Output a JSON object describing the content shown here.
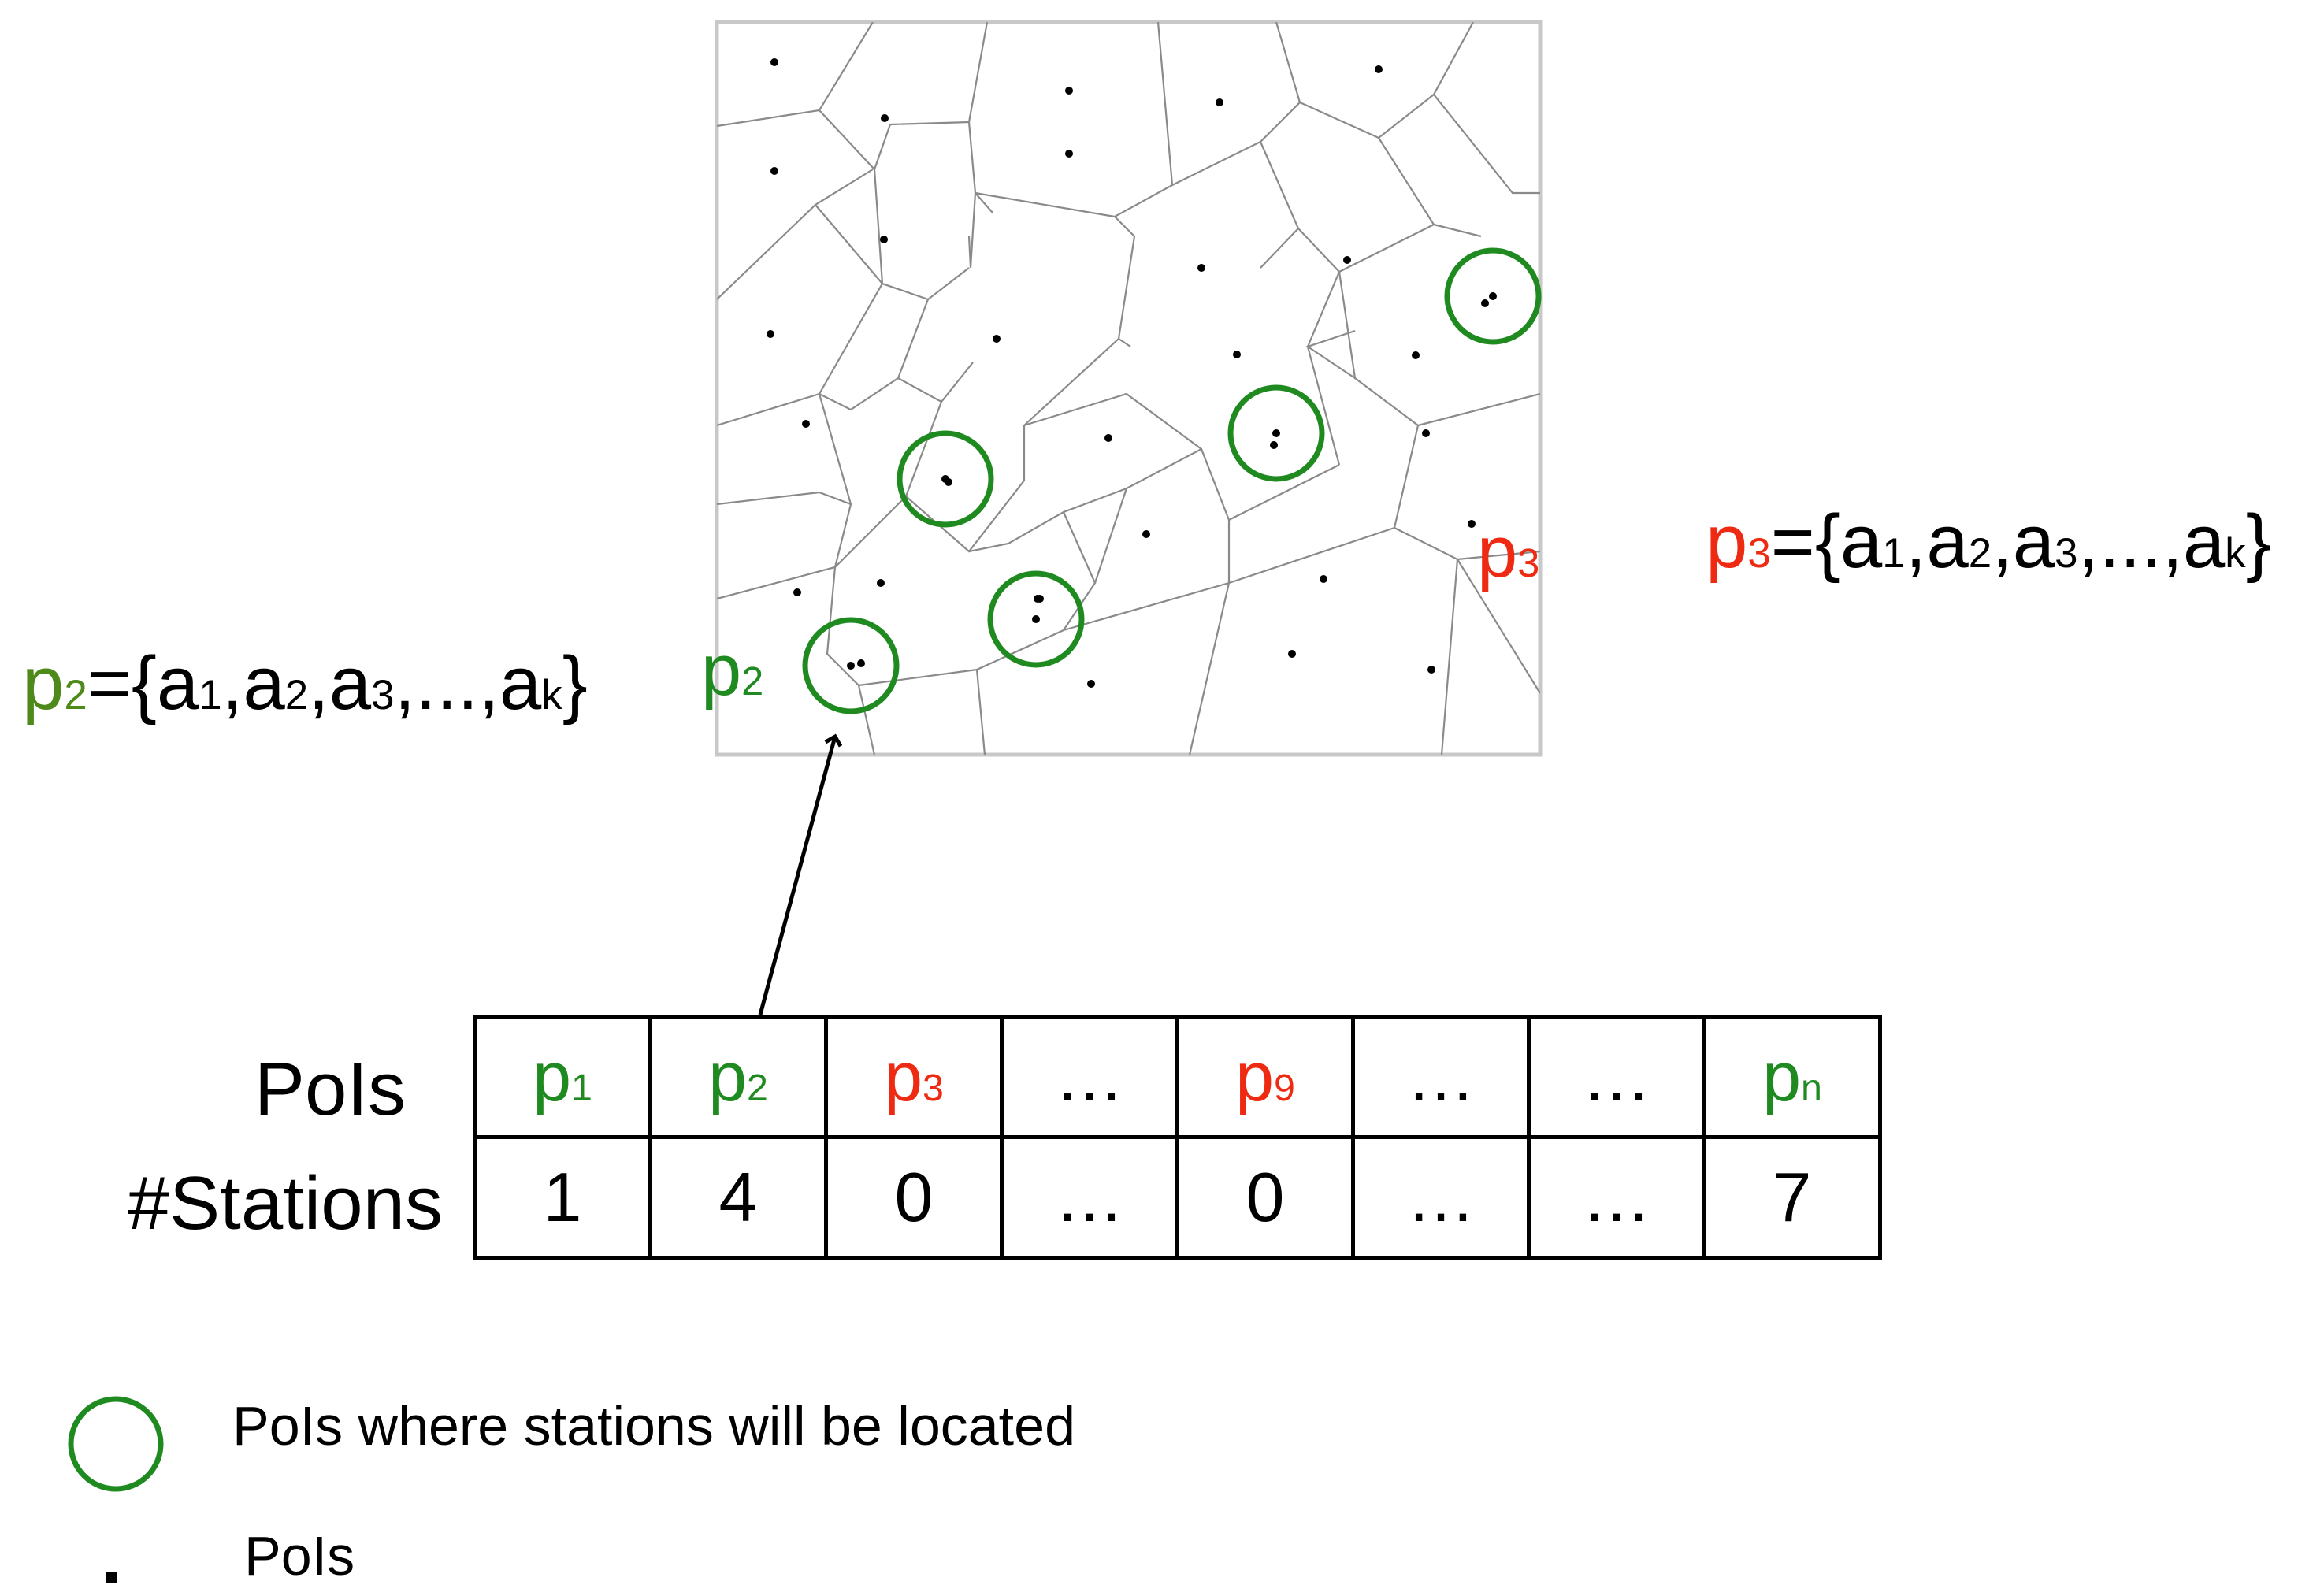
{
  "map": {
    "sites": [
      [
        983,
        79
      ],
      [
        1123,
        150
      ],
      [
        1357,
        115
      ],
      [
        1548,
        130
      ],
      [
        1750,
        88
      ],
      [
        983,
        217
      ],
      [
        1122,
        304
      ],
      [
        1357,
        195
      ],
      [
        1525,
        340
      ],
      [
        1710,
        330
      ],
      [
        978,
        424
      ],
      [
        1265,
        430
      ],
      [
        1570,
        450
      ],
      [
        1885,
        385
      ],
      [
        1797,
        451
      ],
      [
        1023,
        538
      ],
      [
        1407,
        556
      ],
      [
        1617,
        565
      ],
      [
        1810,
        550
      ],
      [
        1868,
        665
      ],
      [
        1012,
        752
      ],
      [
        1118,
        740
      ],
      [
        1204,
        612
      ],
      [
        1317,
        760
      ],
      [
        1455,
        678
      ],
      [
        1093,
        842
      ],
      [
        1320,
        760
      ],
      [
        1385,
        868
      ],
      [
        1680,
        735
      ],
      [
        1640,
        830
      ],
      [
        1817,
        850
      ]
    ],
    "circled": [
      [
        1200,
        608
      ],
      [
        1620,
        550
      ],
      [
        1895,
        376
      ],
      [
        1315,
        786
      ],
      [
        1080,
        845
      ]
    ],
    "border_color": "#c8c8c8",
    "edge_color": "#8a8a8a"
  },
  "labels": {
    "p2_set_name": "p",
    "p2_set_sub": "2",
    "p2_set_rest": "={a",
    "p3_set_name": "p",
    "p3_set_sub": "3",
    "set_items": [
      "a",
      "a",
      "a"
    ],
    "set_subs": [
      "1",
      "2",
      "3"
    ],
    "set_ellipsis": ",...,",
    "set_last": "a",
    "set_last_sub": "k",
    "p2_map_label": "p",
    "p2_map_sub": "2",
    "p3_map_label": "p",
    "p3_map_sub": "3"
  },
  "table": {
    "row1_label": "PoIs",
    "row2_label": "#Stations",
    "pois": [
      {
        "name": "p",
        "sub": "1",
        "color": "green"
      },
      {
        "name": "p",
        "sub": "2",
        "color": "green"
      },
      {
        "name": "p",
        "sub": "3",
        "color": "red"
      },
      {
        "name": "…",
        "sub": "",
        "color": "black"
      },
      {
        "name": "p",
        "sub": "9",
        "color": "red"
      },
      {
        "name": "…",
        "sub": "",
        "color": "black"
      },
      {
        "name": "…",
        "sub": "",
        "color": "black"
      },
      {
        "name": "p",
        "sub": "n",
        "color": "green"
      }
    ],
    "stations": [
      "1",
      "4",
      "0",
      "…",
      "0",
      "…",
      "…",
      "7"
    ]
  },
  "legend": {
    "circle_label": "PoIs where stations will be located",
    "dot_label": "PoIs"
  },
  "colors": {
    "green": "#1f8a1f",
    "red": "#ee2a12",
    "olive": "#4e8a1a"
  }
}
